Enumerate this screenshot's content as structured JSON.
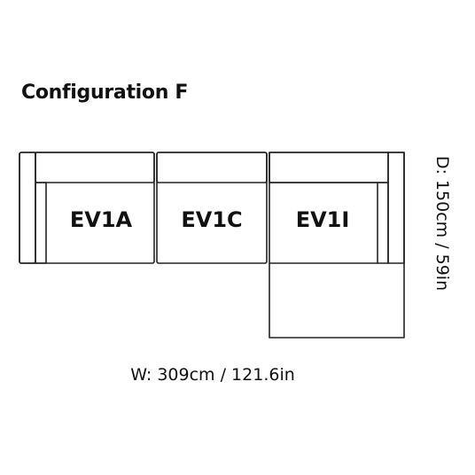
{
  "title": "Configuration F",
  "modules": [
    {
      "id": "ev1a",
      "label": "EV1A"
    },
    {
      "id": "ev1c",
      "label": "EV1C"
    },
    {
      "id": "ev1i",
      "label": "EV1I"
    }
  ],
  "dimensions": {
    "width": "W: 309cm / 121.6in",
    "depth": "D: 150cm / 59in"
  },
  "colors": {
    "outline": "#222222",
    "text": "#111111",
    "background": "#ffffff"
  }
}
